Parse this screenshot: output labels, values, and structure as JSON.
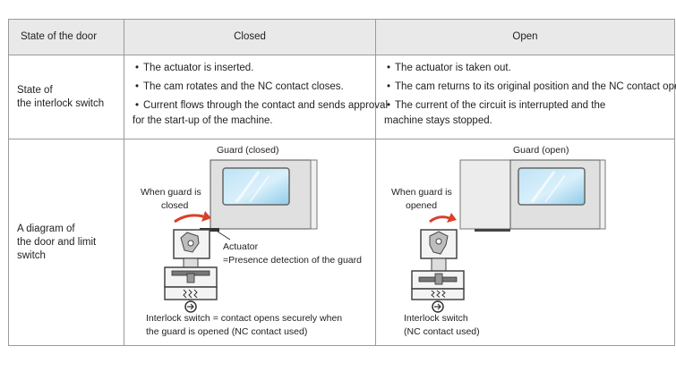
{
  "table": {
    "headers": [
      "State of the door",
      "Closed",
      "Open"
    ],
    "row_switch": {
      "label_lines": [
        "State of",
        "the interlock switch"
      ],
      "closed": [
        "The actuator is inserted.",
        "The cam rotates and the NC contact closes.",
        "Current flows through the contact and sends approval",
        "for the start-up of the machine."
      ],
      "open": [
        "The actuator is taken out.",
        "The cam returns to its original position and the NC contact opens.",
        "The current of the circuit is interrupted and the",
        "machine stays stopped."
      ],
      "bullet": "•"
    },
    "row_diagram": {
      "label_lines": [
        "A diagram of",
        "the door and limit switch"
      ],
      "closed": {
        "guard_label": "Guard (closed)",
        "arrow_note": [
          "When guard is",
          "closed"
        ],
        "actuator_label": [
          "Actuator",
          "=Presence detection of the guard"
        ],
        "caption": [
          "Interlock switch = contact opens securely when",
          "the guard is opened (NC contact used)"
        ]
      },
      "open": {
        "guard_label": "Guard (open)",
        "arrow_note": [
          "When guard is",
          "opened"
        ],
        "caption": [
          "Interlock switch",
          "(NC contact used)"
        ]
      }
    }
  }
}
